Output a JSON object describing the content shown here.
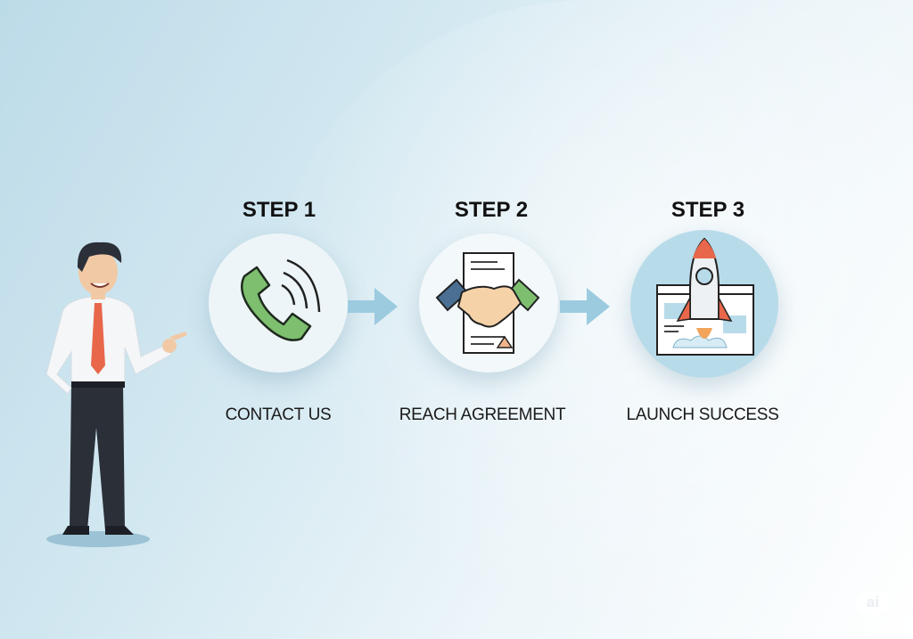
{
  "steps": [
    {
      "title": "STEP 1",
      "label": "CONTACT US",
      "icon": "phone-icon"
    },
    {
      "title": "STEP 2",
      "label": "REACH AGREEMENT",
      "icon": "handshake-icon"
    },
    {
      "title": "STEP 3",
      "label": "LAUNCH SUCCESS",
      "icon": "rocket-icon"
    }
  ],
  "watermark": "ai",
  "colors": {
    "green": "#7dbf6f",
    "blue_cuff": "#4a6f93",
    "orange": "#e8674a",
    "arrow": "#9ccbe0",
    "circle3": "#b8dbea"
  }
}
